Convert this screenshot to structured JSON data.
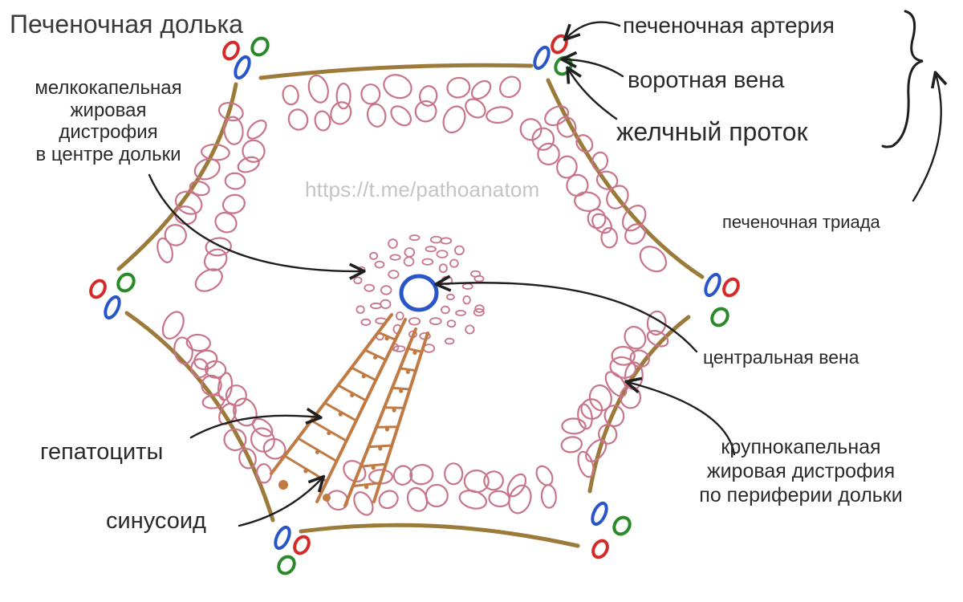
{
  "title": "Печеночная долька",
  "labels": {
    "small_fat_1": "мелкокапельная",
    "small_fat_2": "жировая",
    "small_fat_3": "дистрофия",
    "small_fat_4": "в центре дольки",
    "hepatic_artery": "печеночная артерия",
    "portal_vein": "воротная вена",
    "bile_duct": "желчный проток",
    "triad": "печеночная триада",
    "central_vein": "центральная вена",
    "large_fat_1": "крупнокапельная",
    "large_fat_2": "жировая дистрофия",
    "large_fat_3": "по периферии дольки",
    "hepatocytes": "гепатоциты",
    "sinusoid": "синусоид"
  },
  "watermark": "https://t.me/pathoanatom",
  "colors": {
    "border": "#9c7a3a",
    "cell": "#c8758a",
    "cord": "#c07a44",
    "artery": "#d42a2a",
    "vein": "#2a55c8",
    "bile": "#2a8a2a",
    "ink": "#1f1f1f"
  }
}
